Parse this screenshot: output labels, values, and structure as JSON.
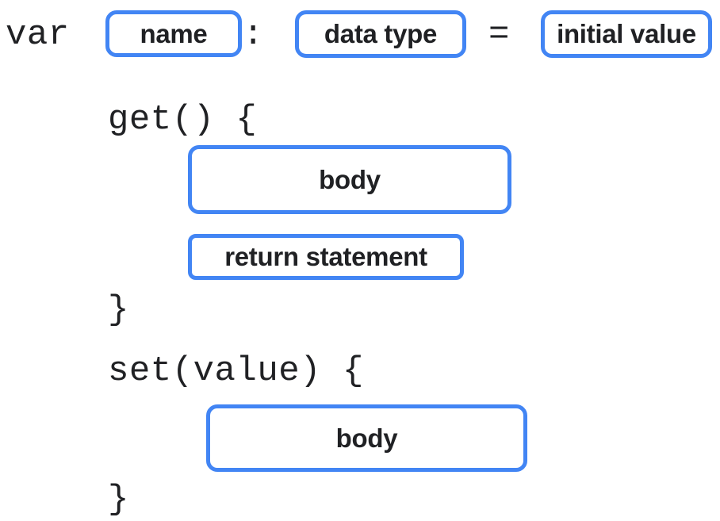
{
  "colors": {
    "accent": "#4285F4",
    "text": "#202124",
    "background": "#FFFFFF"
  },
  "diagram": {
    "description": "Variable declaration syntax with getter and setter"
  },
  "declaration": {
    "keyword": "var",
    "name_placeholder": "name",
    "colon": ":",
    "data_type_placeholder": "data type",
    "equals": "=",
    "initial_value_placeholder": "initial value"
  },
  "getter": {
    "signature": "get() {",
    "body_placeholder": "body",
    "return_placeholder": "return statement",
    "closing_brace": "}"
  },
  "setter": {
    "signature": "set(value) {",
    "body_placeholder": "body",
    "closing_brace": "}"
  }
}
